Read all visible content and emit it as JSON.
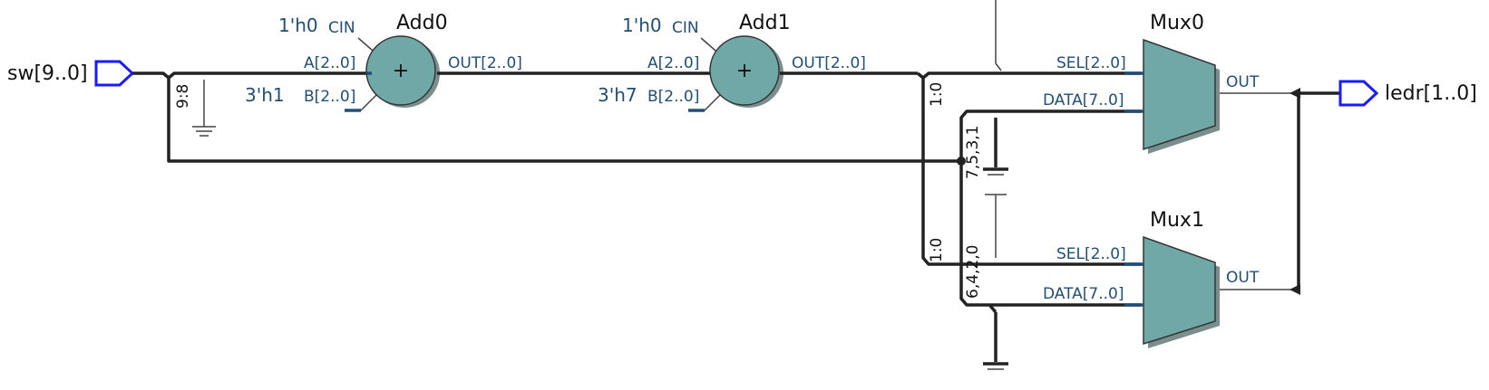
{
  "ports": {
    "input_name": "sw[9..0]",
    "output_name": "ledr[1..0]"
  },
  "blocks": {
    "add0": {
      "title": "Add0",
      "cin_const": "1'h0",
      "cin_label": "CIN",
      "a_label": "A[2..0]",
      "b_const": "3'h1",
      "b_label": "B[2..0]",
      "out_label": "OUT[2..0]",
      "symbol": "+"
    },
    "add1": {
      "title": "Add1",
      "cin_const": "1'h0",
      "cin_label": "CIN",
      "a_label": "A[2..0]",
      "b_const": "3'h7",
      "b_label": "B[2..0]",
      "out_label": "OUT[2..0]",
      "symbol": "+"
    },
    "mux0": {
      "title": "Mux0",
      "sel_label": "SEL[2..0]",
      "data_label": "DATA[7..0]",
      "out_label": "OUT"
    },
    "mux1": {
      "title": "Mux1",
      "sel_label": "SEL[2..0]",
      "data_label": "DATA[7..0]",
      "out_label": "OUT"
    }
  },
  "bus_taps": {
    "sw_high": "9:8",
    "mux0_sel": "1:0",
    "mux1_sel": "1:0",
    "mux0_data": "7,5,3,1",
    "mux1_data": "6,4,2,0"
  },
  "colors": {
    "adder_fill": "#6fa8a6",
    "mux_fill": "#6fa8a6",
    "port_outline": "#1a1aff",
    "label_blue": "#1f4e79"
  }
}
